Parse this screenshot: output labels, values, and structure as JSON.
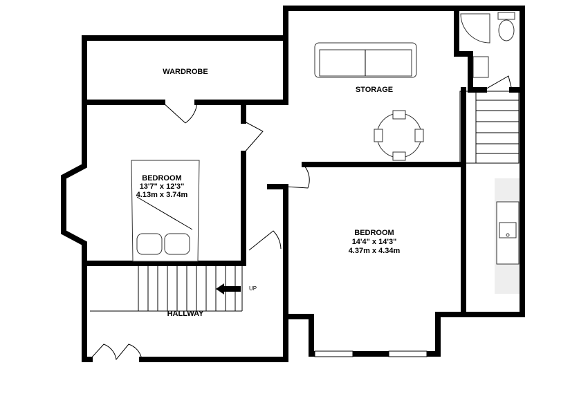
{
  "rooms": {
    "wardrobe": {
      "name": "WARDROBE"
    },
    "storage": {
      "name": "STORAGE"
    },
    "bedroom1": {
      "name": "BEDROOM",
      "imperial": "13'7\"  x 12'3\"",
      "metric": "4.13m  x 3.74m"
    },
    "bedroom2": {
      "name": "BEDROOM",
      "imperial": "14'4\"  x 14'3\"",
      "metric": "4.37m  x 4.34m"
    },
    "hallway": {
      "name": "HALLWAY"
    }
  },
  "stairs": {
    "direction_label": "UP"
  },
  "colors": {
    "wall": "#000000",
    "kitchen_counter": "#eeeeee"
  }
}
